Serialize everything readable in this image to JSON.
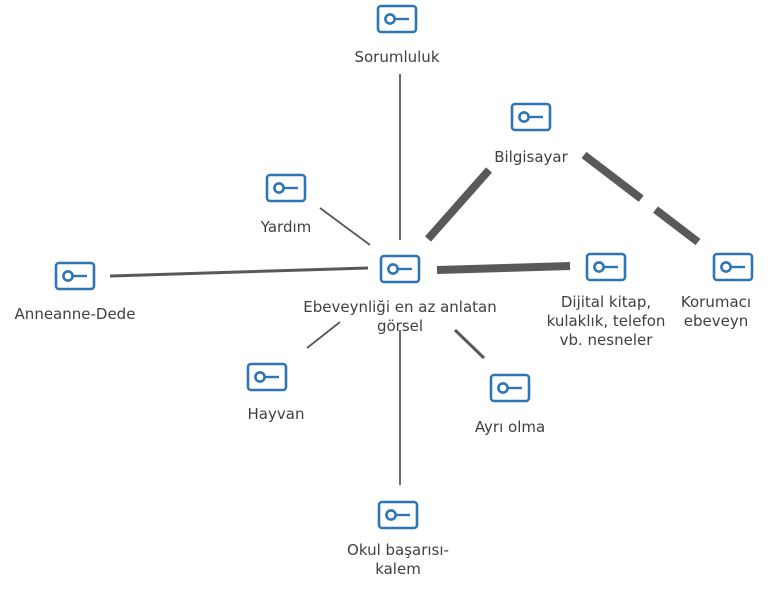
{
  "icon_color": "#2e75b6",
  "edge_color": "#595959",
  "icon_name": "code-node-icon",
  "center": {
    "id": "center",
    "label": "Ebeveynliği en az anlatan görsel"
  },
  "nodes": [
    {
      "id": "sorumluluk",
      "label": "Sorumluluk"
    },
    {
      "id": "bilgisayar",
      "label": "Bilgisayar"
    },
    {
      "id": "yardim",
      "label": "Yardım"
    },
    {
      "id": "anneanne",
      "label": "Anneanne-Dede"
    },
    {
      "id": "dijital",
      "label": "Dijital kitap,\nkulaklık, telefon\nvb. nesneler"
    },
    {
      "id": "korumaci",
      "label": "Korumacı\nebeveyn"
    },
    {
      "id": "hayvan",
      "label": "Hayvan"
    },
    {
      "id": "ayri",
      "label": "Ayrı olma"
    },
    {
      "id": "okul",
      "label": "Okul başarısı-\nkalem"
    }
  ],
  "edges": [
    {
      "from": "center",
      "to": "sorumluluk",
      "weight": "thin",
      "style": "solid"
    },
    {
      "from": "center",
      "to": "yardim",
      "weight": "thin",
      "style": "solid"
    },
    {
      "from": "center",
      "to": "anneanne",
      "weight": "medium",
      "style": "solid"
    },
    {
      "from": "center",
      "to": "hayvan",
      "weight": "thin",
      "style": "solid"
    },
    {
      "from": "center",
      "to": "okul",
      "weight": "thin",
      "style": "solid"
    },
    {
      "from": "center",
      "to": "ayri",
      "weight": "medium",
      "style": "solid"
    },
    {
      "from": "center",
      "to": "dijital",
      "weight": "thick",
      "style": "solid"
    },
    {
      "from": "center",
      "to": "bilgisayar",
      "weight": "thick",
      "style": "solid"
    },
    {
      "from": "bilgisayar",
      "to": "korumaci",
      "weight": "thick",
      "style": "dashed"
    }
  ]
}
